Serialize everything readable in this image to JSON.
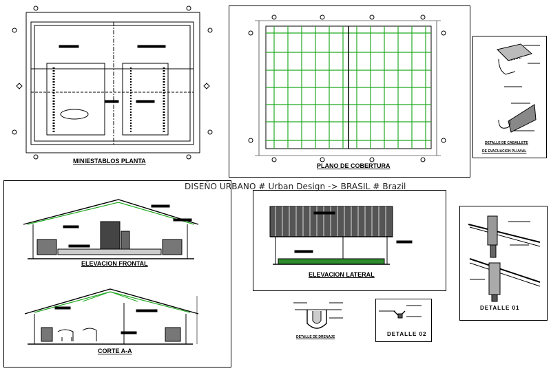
{
  "watermark": "DISEÑO URBANO # Urban Design -> BRASIL # Brazil",
  "labels": {
    "plan": "MINIESTABLOS PLANTA",
    "roof": "PLANO DE COBERTURA",
    "front": "ELEVACION FRONTAL",
    "lateral": "ELEVACION LATERAL",
    "section": "CORTE A-A",
    "detail_gutter_1": "DETALLE DE CABALLETE",
    "detail_gutter_2": "DE EVACUACION PLUVIAL",
    "detail01": "DETALLE 01",
    "detail02": "DETALLE 02",
    "detail_drain": "DETALLE DE DRENAJE"
  },
  "colors": {
    "line": "#000000",
    "roof_green": "#22aa22",
    "grass": "#2e8b2e"
  }
}
